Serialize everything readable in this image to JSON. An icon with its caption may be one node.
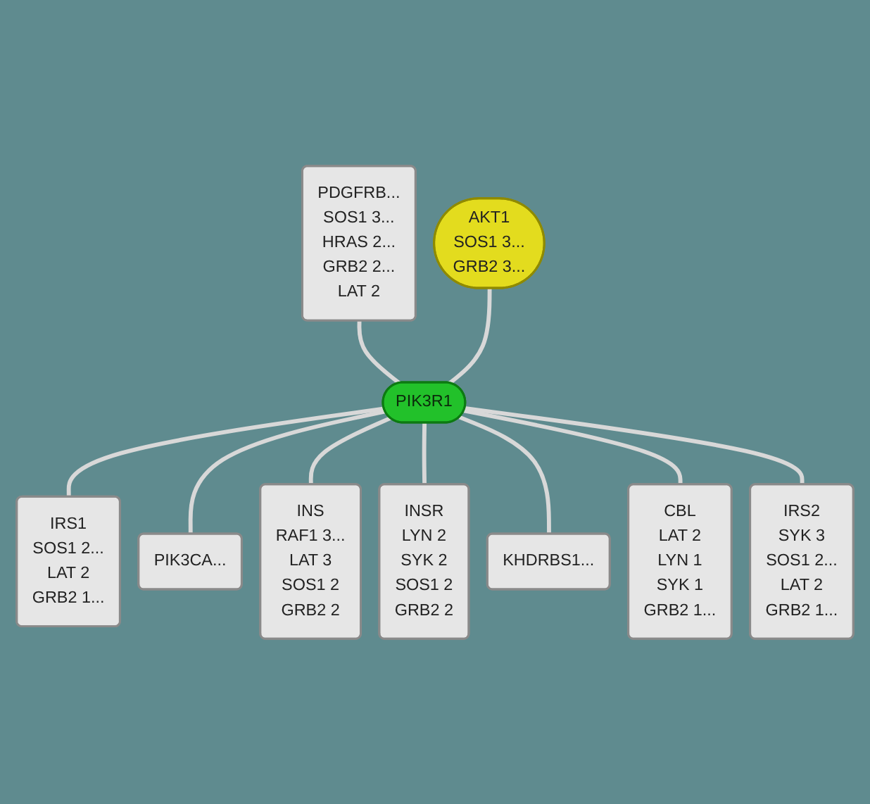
{
  "diagram": {
    "nodes": [
      {
        "text": [
          "PDGFRB...",
          "SOS1 3...",
          "HRAS 2...",
          "GRB2 2...",
          "LAT 2"
        ]
      },
      {
        "text": [
          "PIK3R1"
        ]
      },
      {
        "text": [
          "AKT1",
          "SOS1 3...",
          "GRB2 3..."
        ]
      },
      {
        "text": [
          "IRS1",
          "SOS1 2...",
          "LAT 2",
          "GRB2 1..."
        ]
      },
      {
        "text": [
          "PIK3CA..."
        ]
      },
      {
        "text": [
          "INS",
          "RAF1 3...",
          "LAT 3",
          "SOS1 2",
          "GRB2 2"
        ]
      },
      {
        "text": [
          "INSR",
          "LYN 2",
          "SYK 2",
          "SOS1 2",
          "GRB2 2"
        ]
      },
      {
        "text": [
          "KHDRBS1..."
        ]
      },
      {
        "text": [
          "CBL",
          "LAT 2",
          "LYN 1",
          "SYK 1",
          "GRB2 1..."
        ]
      },
      {
        "text": [
          "IRS2",
          "SYK 3",
          "SOS1 2...",
          "LAT 2",
          "GRB2 1..."
        ]
      }
    ],
    "edges": [
      {
        "from": 0,
        "to": 1,
        "arrow": "none"
      },
      {
        "from": 2,
        "to": 1,
        "arrow": "none"
      },
      {
        "from": 1,
        "to": 3,
        "arrow": "none"
      },
      {
        "from": 1,
        "to": 4,
        "arrow": "none"
      },
      {
        "from": 1,
        "to": 5,
        "arrow": "none"
      },
      {
        "from": 1,
        "to": 6,
        "arrow": "none"
      },
      {
        "from": 1,
        "to": 7,
        "arrow": "none"
      },
      {
        "from": 1,
        "to": 8,
        "arrow": "none"
      },
      {
        "from": 1,
        "to": 9,
        "arrow": "none"
      }
    ]
  }
}
